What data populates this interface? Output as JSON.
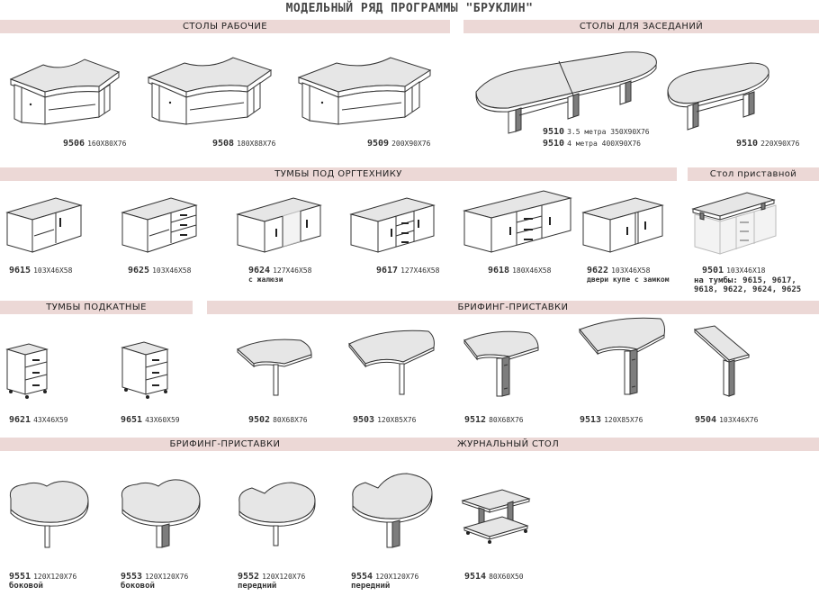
{
  "title": "МОДЕЛЬНЫЙ РЯД ПРОГРАММЫ \"БРУКЛИН\"",
  "sections": {
    "desks": "СТОЛЫ РАБОЧИЕ",
    "conference": "СТОЛЫ ДЛЯ ЗАСЕДАНИЙ",
    "office_cabinets": "ТУМБЫ ПОД ОРГТЕХНИКУ",
    "side_table": "Стол приставной",
    "mobile_pedestals": "ТУМБЫ ПОДКАТНЫЕ",
    "briefing_1": "БРИФИНГ-ПРИСТАВКИ",
    "briefing_2": "БРИФИНГ-ПРИСТАВКИ",
    "coffee": "ЖУРНАЛЬНЫЙ СТОЛ"
  },
  "items": {
    "i9506": {
      "code": "9506",
      "size": "160Х80Х76"
    },
    "i9508": {
      "code": "9508",
      "size": "180Х88Х76"
    },
    "i9509": {
      "code": "9509",
      "size": "200Х90Х76"
    },
    "i9510a": {
      "code": "9510",
      "size": "3.5 метра 350Х90Х76"
    },
    "i9510b": {
      "code": "9510",
      "size": "4 метра 400Х90Х76"
    },
    "i9510c": {
      "code": "9510",
      "size": "220Х90Х76"
    },
    "i9615": {
      "code": "9615",
      "size": "103Х46Х58"
    },
    "i9625": {
      "code": "9625",
      "size": "103Х46Х58"
    },
    "i9624": {
      "code": "9624",
      "size": "127Х46Х58",
      "note": "с жалюзи"
    },
    "i9617": {
      "code": "9617",
      "size": "127Х46Х58"
    },
    "i9618": {
      "code": "9618",
      "size": "180Х46Х58"
    },
    "i9622": {
      "code": "9622",
      "size": "103Х46Х58",
      "note": "двери купе с замком"
    },
    "i9501": {
      "code": "9501",
      "size": "103Х46Х18",
      "note1": "на тумбы: 9615, 9617,",
      "note2": "9618, 9622, 9624, 9625"
    },
    "i9621": {
      "code": "9621",
      "size": "43Х46Х59"
    },
    "i9651": {
      "code": "9651",
      "size": "43Х60Х59"
    },
    "i9502": {
      "code": "9502",
      "size": "80Х68Х76"
    },
    "i9503": {
      "code": "9503",
      "size": "120Х85Х76"
    },
    "i9512": {
      "code": "9512",
      "size": "80Х68Х76"
    },
    "i9513": {
      "code": "9513",
      "size": "120Х85Х76"
    },
    "i9504": {
      "code": "9504",
      "size": "103Х46Х76"
    },
    "i9551": {
      "code": "9551",
      "size": "120Х120Х76",
      "note": "боковой"
    },
    "i9553": {
      "code": "9553",
      "size": "120Х120Х76",
      "note": "боковой"
    },
    "i9552": {
      "code": "9552",
      "size": "120Х120Х76",
      "note": "передний"
    },
    "i9554": {
      "code": "9554",
      "size": "120Х120Х76",
      "note": "передний"
    },
    "i9514": {
      "code": "9514",
      "size": "80Х60Х50"
    }
  }
}
